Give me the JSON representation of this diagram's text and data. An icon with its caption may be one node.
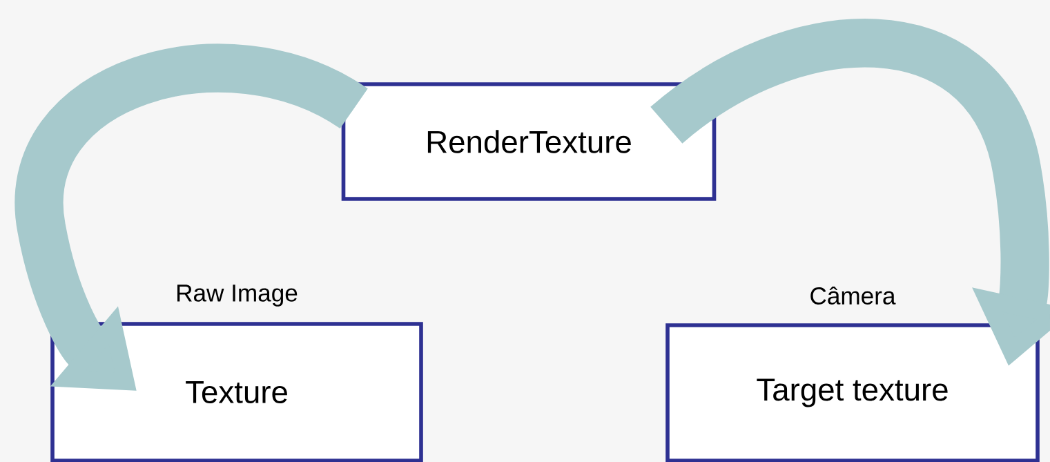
{
  "diagram": {
    "nodes": [
      {
        "text": [
          "RenderTexture"
        ]
      },
      {
        "text": [
          "Texture"
        ],
        "beside": [
          "Raw Image"
        ]
      },
      {
        "text": [
          "Target texture"
        ],
        "beside": [
          "Câmera"
        ]
      }
    ],
    "edges": [
      {
        "from": 0,
        "to": 1,
        "arrow": "to"
      },
      {
        "from": 0,
        "to": 2,
        "arrow": "to"
      }
    ]
  }
}
